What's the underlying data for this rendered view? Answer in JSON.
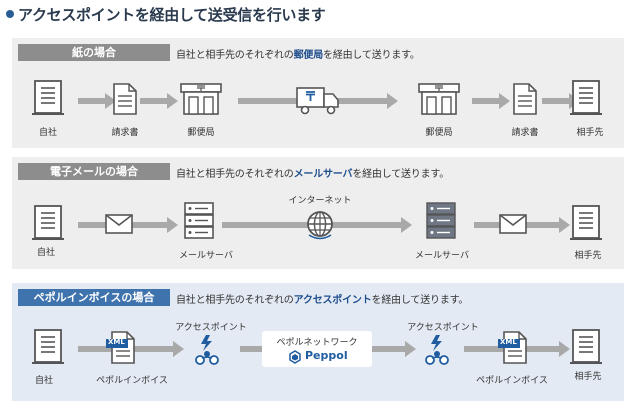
{
  "title": "アクセスポイントを経由して送受信を行います",
  "paper": {
    "tag": "紙の場合",
    "desc_pre": "自社と相手先のそれぞれの",
    "desc_hl": "郵便局",
    "desc_post": "を経由して送ります。",
    "labels": {
      "own": "自社",
      "invoice_left": "請求書",
      "post_left": "郵便局",
      "post_right": "郵便局",
      "invoice_right": "請求書",
      "partner": "相手先"
    }
  },
  "email": {
    "tag": "電子メールの場合",
    "desc_pre": "自社と相手先のそれぞれの",
    "desc_hl": "メールサーバ",
    "desc_post": "を経由して送ります。",
    "labels": {
      "own": "自社",
      "server_left": "メールサーバ",
      "internet": "インターネット",
      "server_right": "メールサーバ",
      "partner": "相手先"
    }
  },
  "peppol": {
    "tag": "ペポルインボイスの場合",
    "desc_pre": "自社と相手先のそれぞれの",
    "desc_hl": "アクセスポイント",
    "desc_post": "を経由して送ります。",
    "labels": {
      "own": "自社",
      "invoice_left": "ペポルインボイス",
      "ap_left": "アクセスポイント",
      "network": "ペポルネットワーク",
      "brand": "Peppol",
      "ap_right": "アクセスポイント",
      "invoice_right": "ペポルインボイス",
      "partner": "相手先"
    },
    "xml_badge": "XML"
  },
  "colors": {
    "title_dot": "#2a5d95",
    "gray_tag": "#8d8d8d",
    "blue_tag": "#3f73ad",
    "highlight_text": "#1e4d8c",
    "arrow": "#a9a9a9",
    "accent_blue": "#1f5ca0"
  },
  "icons": {
    "building": "building-icon",
    "document": "document-icon",
    "post_office": "post-office-icon",
    "mail_truck": "mail-truck-icon",
    "envelope": "envelope-icon",
    "server": "server-icon",
    "globe": "globe-icon",
    "xml_document": "xml-document-icon",
    "access_point": "access-point-icon",
    "peppol_logo": "peppol-logo-icon"
  }
}
